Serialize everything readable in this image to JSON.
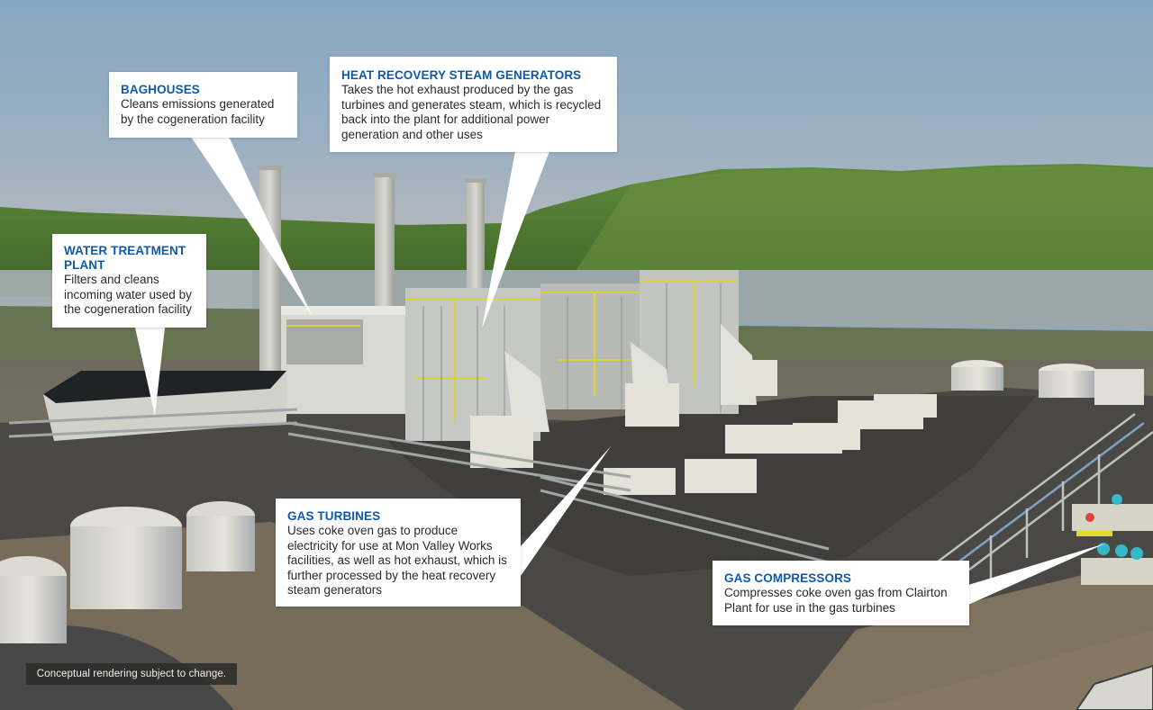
{
  "figure": {
    "type": "annotated-rendering",
    "subject": "Cogeneration facility conceptual rendering",
    "accent_color": "#0f5aa8",
    "callout_bg": "#ffffff"
  },
  "callouts": [
    {
      "id": "baghouses",
      "title": "BAGHOUSES",
      "description": "Cleans emissions generated by the cogeneration facility",
      "lines": [
        "Cleans emissions generated",
        "by the cogeneration facility"
      ]
    },
    {
      "id": "hrsg",
      "title": "HEAT RECOVERY STEAM GENERATORS",
      "description": "Takes the hot exhaust produced by the gas turbines and generates steam, which is recycled back into the plant for additional power generation and other uses",
      "lines": [
        "Takes the hot exhaust produced by the gas",
        "turbines and generates steam, which is recycled",
        "back into the plant for additional power",
        "generation and other uses"
      ]
    },
    {
      "id": "water-treatment",
      "title": "WATER TREATMENT PLANT",
      "title_lines": [
        "WATER TREATMENT",
        "PLANT"
      ],
      "description": "Filters and cleans incoming water used by the cogeneration facility",
      "lines": [
        "Filters and cleans",
        "incoming water used by",
        "the cogeneration facility"
      ]
    },
    {
      "id": "gas-turbines",
      "title": "GAS TURBINES",
      "description": "Uses coke oven gas to produce electricity for use at Mon Valley Works facilities, as well as hot exhaust, which is further processed by the heat recovery steam generators",
      "lines": [
        "Uses coke oven gas to produce",
        "electricity for use at Mon Valley Works",
        "facilities, as well as hot exhaust, which is",
        "further processed by the heat recovery",
        "steam generators"
      ]
    },
    {
      "id": "gas-compressors",
      "title": "GAS COMPRESSORS",
      "description": "Compresses coke oven gas from Clairton Plant for use in the gas turbines",
      "lines": [
        "Compresses coke oven gas from Clairton",
        "Plant for use in the gas turbines"
      ]
    }
  ],
  "disclaimer": "Conceptual rendering subject to change."
}
